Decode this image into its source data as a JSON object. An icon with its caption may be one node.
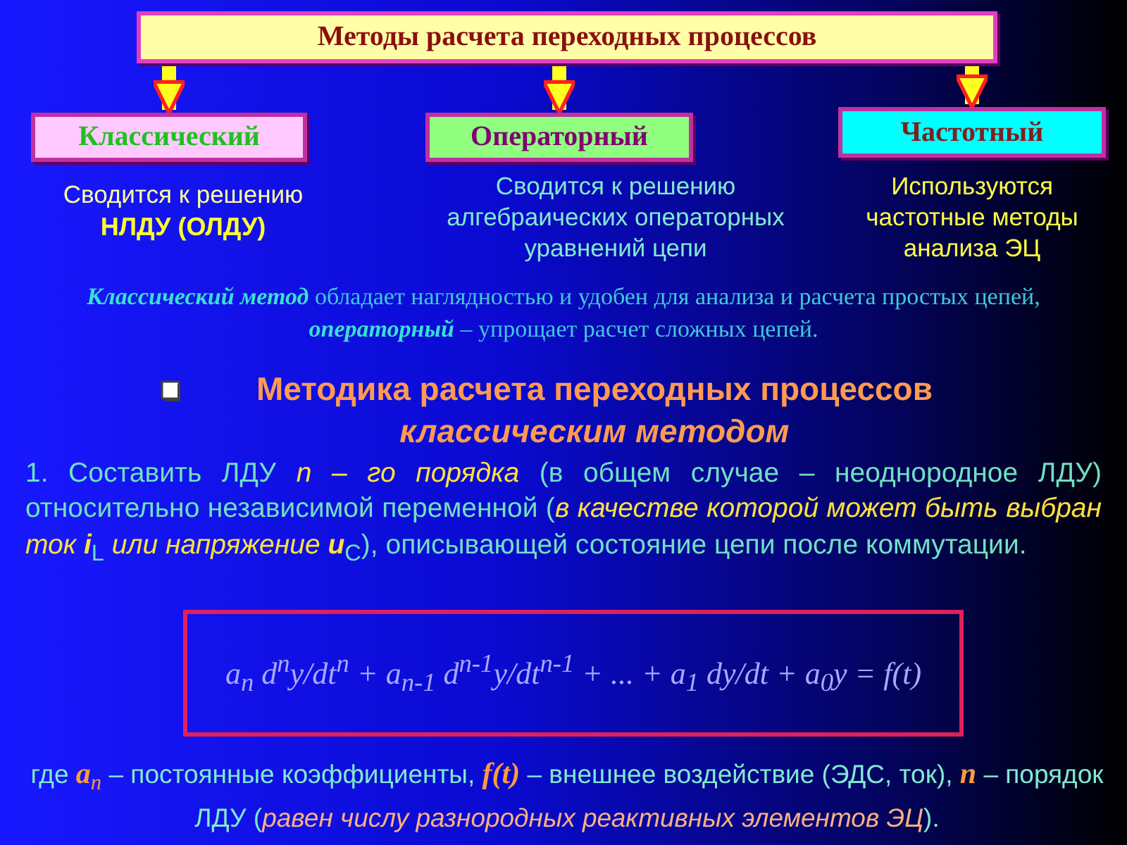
{
  "diagram": {
    "nodes": [
      {
        "text": [
          "Методы расчета переходных процессов"
        ]
      },
      {
        "text": [
          "Классический"
        ],
        "beside": [
          "Сводится к решению **НЛДУ (ОЛДУ)**"
        ]
      },
      {
        "text": [
          "Операторный"
        ],
        "beside": [
          "Сводится к решению алгебраических операторных уравнений цепи"
        ]
      },
      {
        "text": [
          "Частотный"
        ],
        "beside": [
          "Используются частотные методы анализа ЭЦ"
        ]
      },
      {
        "text": [
          "a$_{n}$ d$^{n}$y/dt$^{n}$ + a$_{n-1}$ d$^{n-1}$y/dt$^{n-1}$ + ... + a$_{1}$ dy/dt + a$_{0}$y = f(t)"
        ]
      }
    ],
    "edges": [
      {
        "from": 0,
        "to": 1,
        "arrow": "to"
      },
      {
        "from": 0,
        "to": 2,
        "arrow": "to"
      },
      {
        "from": 0,
        "to": 3,
        "arrow": "to"
      }
    ],
    "labels": [
      "**Классический метод** обладает наглядностью и удобен для анализа и расчета простых цепей, **операторный** – упрощает расчет сложных цепей.",
      "Методика расчета переходных процессов *классическим методом*",
      "1. Составить ЛДУ *n – го порядка* (в общем случае – неоднородное ЛДУ) относительно независимой переменной (*в качестве которой может быть выбран ток* **i**$_{L}$ *или напряжение* **u**$_{C}$), описывающей состояние цепи после коммутации.",
      "где **a**$_{n}$ – постоянные коэффициенты, **f(t)** – внешнее воздействие (ЭДС, ток), **n** – порядок ЛДУ (*равен числу разнородных реактивных элементов ЭЦ*)."
    ]
  }
}
